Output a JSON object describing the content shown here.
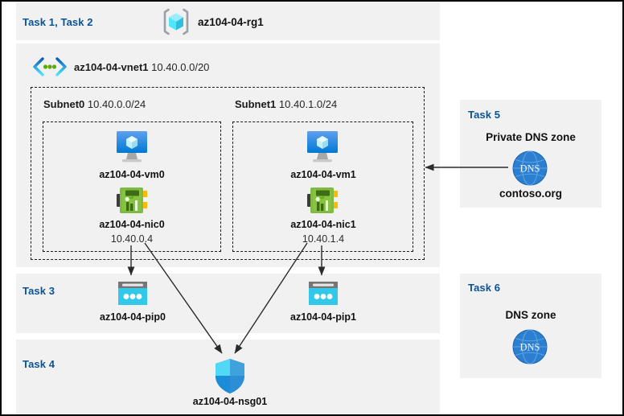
{
  "diagram": {
    "title_row": {
      "task_label": "Task 1, Task 2",
      "resource_group_name": "az104-04-rg1",
      "resource_group_icon": "resource-group-cube-icon"
    },
    "vnet": {
      "name": "az104-04-vnet1",
      "cidr": "10.40.0.0/20",
      "icon": "virtual-network-icon"
    },
    "subnets": [
      {
        "name": "Subnet0",
        "cidr": "10.40.0.0/24",
        "vm": {
          "name": "az104-04-vm0",
          "icon": "virtual-machine-icon"
        },
        "nic": {
          "name": "az104-04-nic0",
          "ip": "10.40.0.4",
          "icon": "network-interface-icon"
        }
      },
      {
        "name": "Subnet1",
        "cidr": "10.40.1.0/24",
        "vm": {
          "name": "az104-04-vm1",
          "icon": "virtual-machine-icon"
        },
        "nic": {
          "name": "az104-04-nic1",
          "ip": "10.40.1.4",
          "icon": "network-interface-icon"
        }
      }
    ],
    "task3": {
      "task_label": "Task 3",
      "public_ips": [
        {
          "name": "az104-04-pip0",
          "icon": "public-ip-address-icon"
        },
        {
          "name": "az104-04-pip1",
          "icon": "public-ip-address-icon"
        }
      ]
    },
    "task4": {
      "task_label": "Task 4",
      "nsg": {
        "name": "az104-04-nsg01",
        "icon": "network-security-group-shield-icon"
      }
    },
    "task5": {
      "task_label": "Task 5",
      "heading": "Private DNS zone",
      "zone_name": "contoso.org",
      "icon": "dns-globe-icon",
      "icon_text": "DNS"
    },
    "task6": {
      "task_label": "Task 6",
      "heading": "DNS zone",
      "icon": "dns-globe-icon",
      "icon_text": "DNS"
    },
    "colors": {
      "task_label": "#0b5394",
      "panel_bg": "#f1f1f1",
      "page_bg": "#ffffff",
      "connector": "#333333",
      "dns_blue": "#2c7fd0",
      "nsg_blue": "#2e9bdd",
      "pip_cyan": "#32c8ea",
      "nic_green": "#6cb33e",
      "vm_blue": "#1f8ae0"
    }
  }
}
